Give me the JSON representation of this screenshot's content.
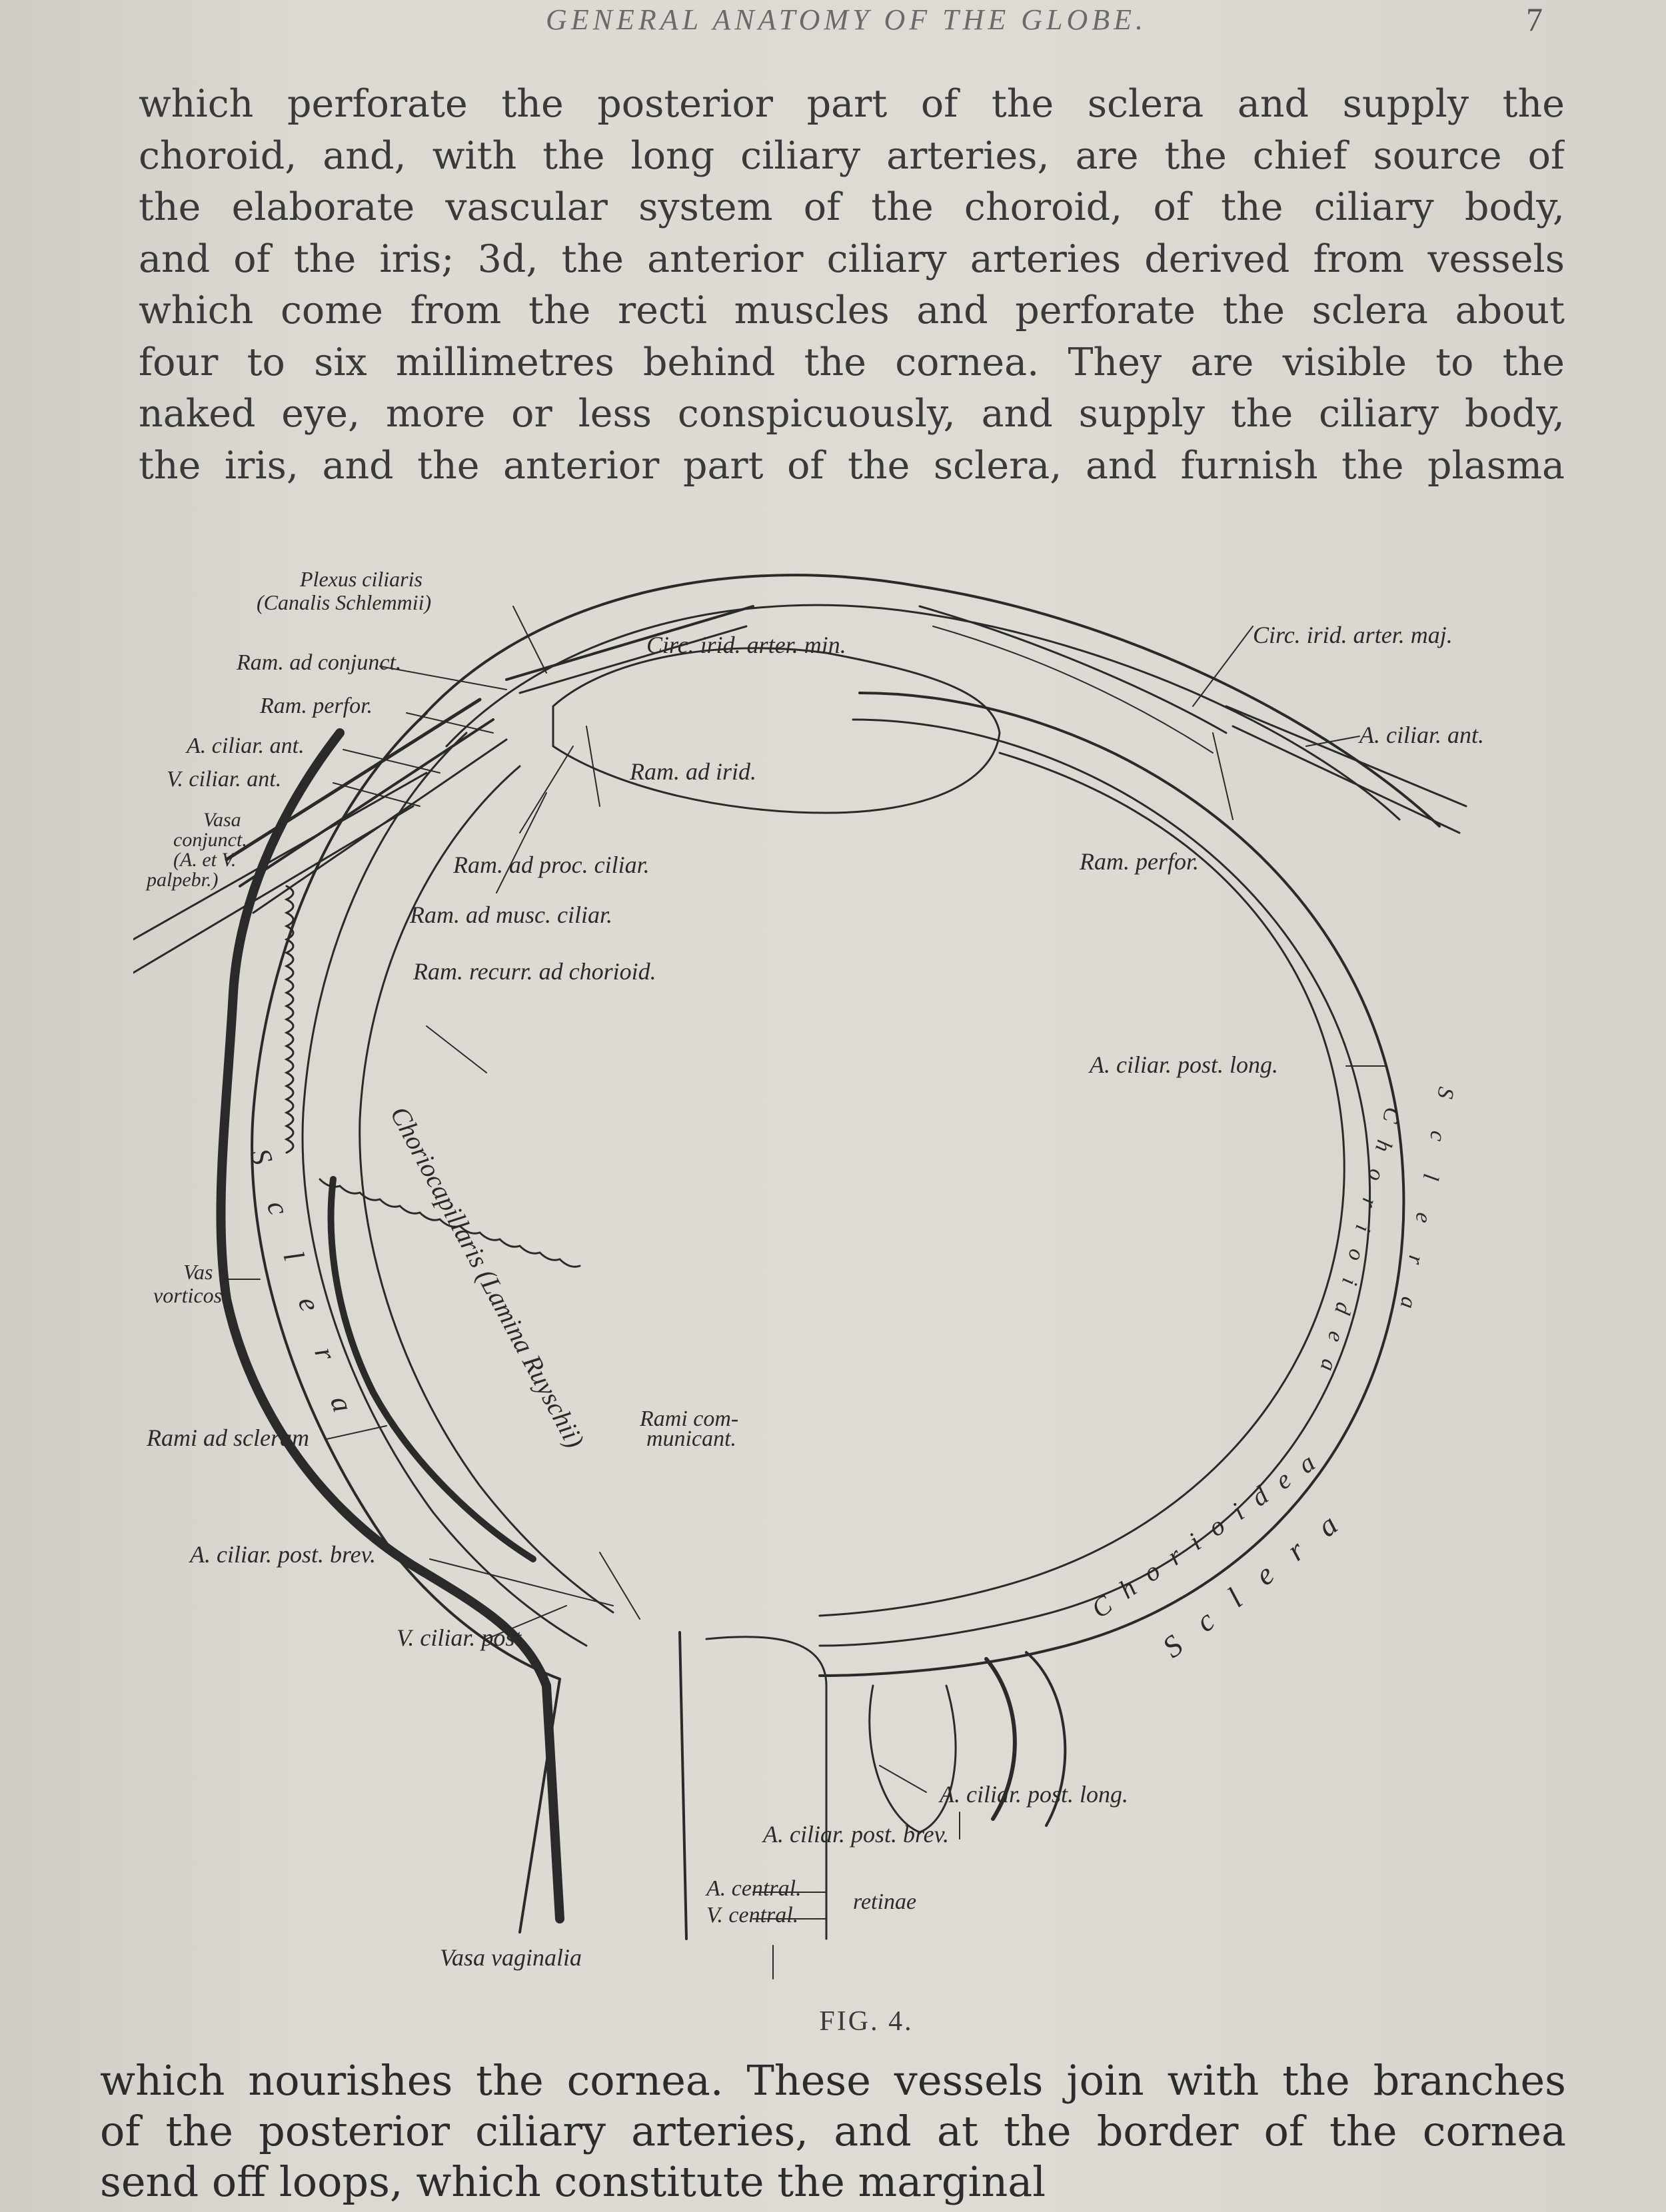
{
  "header": {
    "running_head": "GENERAL ANATOMY OF THE GLOBE.",
    "page_number": "7"
  },
  "body_top": {
    "lines": [
      "which perforate the posterior part of the sclera and supply the",
      "choroid, and, with the long ciliary arteries, are the chief source of",
      "the elaborate vascular system of the choroid, of the ciliary body,",
      "and of the iris; 3d, the anterior ciliary arteries derived from vessels",
      "which come from the recti muscles and perforate the sclera about",
      "four to six millimetres behind the cornea.  They are visible to the",
      "naked eye, more or less conspicuously, and supply the ciliary body,",
      "the iris, and the anterior part of the sclera, and furnish the plasma"
    ]
  },
  "figure": {
    "labels": {
      "plexus_ciliaris": "Plexus ciliaris",
      "canalis_schlemmii": "(Canalis Schlemmii)",
      "ram_ad_conjunct": "Ram. ad conjunct.",
      "ram_perfor_left": "Ram. perfor.",
      "a_ciliar_ant_left": "A. ciliar. ant.",
      "v_ciliar_ant": "V. ciliar. ant.",
      "vasa_conjunct_1": "Vasa",
      "vasa_conjunct_2": "conjunct.",
      "vasa_conjunct_3": "(A. et V.",
      "vasa_conjunct_4": "palpebr.)",
      "circ_irid_arter_min": "Circ. irid. arter. min.",
      "ram_ad_irid": "Ram. ad irid.",
      "ram_ad_proc_ciliar": "Ram. ad proc. ciliar.",
      "ram_ad_musc_ciliar": "Ram. ad musc. ciliar.",
      "ram_recurr_ad_chorioid": "Ram. recurr. ad chorioid.",
      "circ_irid_arter_maj": "Circ. irid. arter. maj.",
      "a_ciliar_ant_right": "A. ciliar. ant.",
      "ram_perfor_right": "Ram. perfor.",
      "a_ciliar_post_long_upper": "A. ciliar. post. long.",
      "choriocapillaris": "Choriocapillaris (Lamina Ruyschii)",
      "sclera_left": "Sclera",
      "vas_vorticos_1": "Vas",
      "vas_vorticos_2": "vorticos.",
      "rami_ad_scleram": "Rami ad scleram",
      "rami_communicant_1": "Rami com-",
      "rami_communicant_2": "municant.",
      "a_ciliar_post_brev_left": "A. ciliar. post. brev.",
      "v_ciliar_post": "V. ciliar. post.",
      "vasa_vaginalia": "Vasa vaginalia",
      "a_ciliar_post_long_lower": "A. ciliar. post. long.",
      "a_ciliar_post_brev_lower": "A. ciliar. post. brev.",
      "a_central": "A. central.",
      "v_central": "V. central.",
      "retinae": "retinae",
      "chorioidea_right": "Chorioidea",
      "sclera_right": "Sclera",
      "chorioidea_arc": "Chorioidea",
      "sclera_arc": "Sclera"
    },
    "caption": "FIG. 4."
  },
  "body_bottom": {
    "lines": [
      "which nourishes the cornea.  These vessels join with the branches",
      "of the posterior ciliary arteries, and at the border of the cornea",
      "send off loops, which constitute the marginal"
    ]
  }
}
